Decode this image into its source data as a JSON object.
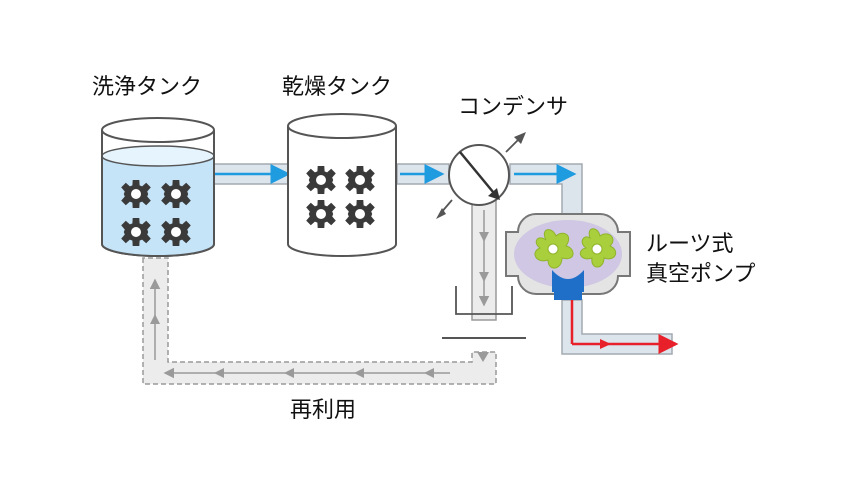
{
  "labels": {
    "wash_tank": "洗浄タンク",
    "dry_tank": "乾燥タンク",
    "condenser": "コンデンサ",
    "pump_line1": "ルーツ式",
    "pump_line2": "真空ポンプ",
    "reuse": "再利用"
  },
  "colors": {
    "pipe_fill": "#dce4ec",
    "pipe_edge": "#a3aab1",
    "vapor_arrow": "#1f9be0",
    "exhaust_arrow": "#e8202a",
    "return_arrow": "#9a9a9a",
    "liquid": "#c5e4f8",
    "gear": "#3a3a3a",
    "rotor": "#a9cf3c",
    "pump_chamber": "#cfc7e3",
    "pump_outlet": "#1f6fc8"
  },
  "icons": [
    "gear-icon",
    "condenser-icon",
    "roots-rotor-icon"
  ]
}
